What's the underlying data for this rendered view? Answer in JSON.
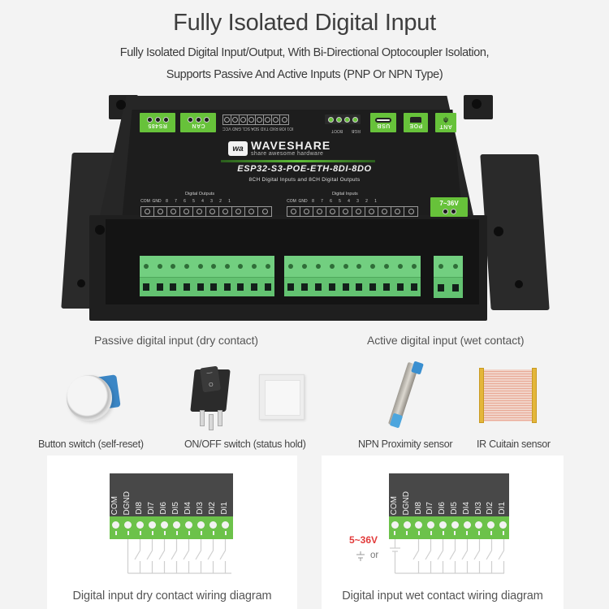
{
  "header": {
    "title": "Fully Isolated Digital Input",
    "subtitle_line1": "Fully Isolated Digital Input/Output, With Bi-Directional Optocoupler Isolation,",
    "subtitle_line2": "Supports Passive And Active Inputs (PNP Or NPN Type)"
  },
  "device": {
    "brand_logo": "wa",
    "brand_name": "WAVESHARE",
    "brand_tagline": "share awesome hardware",
    "model": "ESP32-S3-POE-ETH-8DI-8DO",
    "model_description": "8CH Digital Inputs and 8CH Digital Outputs",
    "top_ports": {
      "rs485": "RS485",
      "can": "CAN",
      "header_pins": "IO1 IO8 RXD TXD SDA SCL GND VCC",
      "rs485_can_switch": "RS485 CAN",
      "boot": "BOOT",
      "rgb": "RGB",
      "usb": "USB",
      "poe": "POE",
      "ant": "ANT"
    },
    "outputs_section": {
      "label": "Digital Outputs",
      "pins": [
        "COM",
        "GND",
        "8",
        "7",
        "6",
        "5",
        "4",
        "3",
        "2",
        "1"
      ]
    },
    "inputs_section": {
      "label": "Digital Inputs",
      "pins": [
        "COM",
        "GND",
        "8",
        "7",
        "6",
        "5",
        "4",
        "3",
        "2",
        "1"
      ]
    },
    "power": {
      "label": "7~36V",
      "plus": "+",
      "minus": "−"
    },
    "accent_color": "#67c23a"
  },
  "categories": {
    "passive": "Passive digital input (dry contact)",
    "active": "Active digital input (wet contact)"
  },
  "items": [
    {
      "label": "Button switch (self-reset)",
      "icon": "push-button-switch"
    },
    {
      "label": "ON/OFF switch (status hold)",
      "icon": "rocker-and-wall-switch"
    },
    {
      "label": "NPN Proximity sensor",
      "icon": "proximity-sensor"
    },
    {
      "label": "IR Cuitain sensor",
      "icon": "ir-light-curtain"
    }
  ],
  "rocker_marks": {
    "on": "—",
    "off": "O"
  },
  "diagrams": {
    "dry": {
      "pins": [
        "COM",
        "DGND",
        "DI8",
        "DI7",
        "DI6",
        "DI5",
        "DI4",
        "DI3",
        "DI2",
        "DI1"
      ],
      "caption": "Digital input dry contact wiring diagram"
    },
    "wet": {
      "pins": [
        "COM",
        "DGND",
        "DI8",
        "DI7",
        "DI6",
        "DI5",
        "DI4",
        "DI3",
        "DI2",
        "DI1"
      ],
      "voltage": "5~36V",
      "voltage_color": "#e23b3b",
      "or_label": "or",
      "caption": "Digital input wet contact wiring diagram"
    }
  }
}
